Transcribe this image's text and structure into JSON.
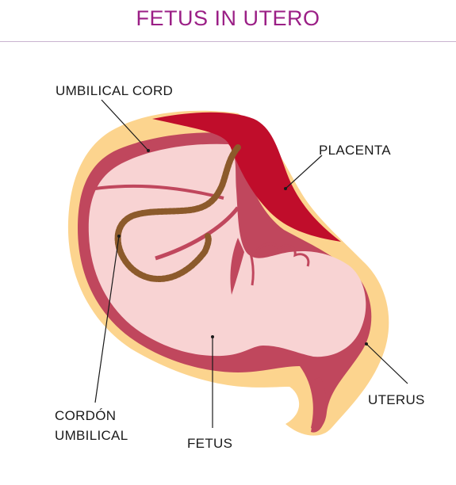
{
  "title": "FETUS IN UTERO",
  "labels": {
    "umbilical_cord": "UMBILICAL CORD",
    "placenta": "PLACENTA",
    "uterus": "UTERUS",
    "fetus": "FETUS",
    "cordon_line1": "CORDÓN",
    "cordon_line2": "UMBILICAL"
  },
  "colors": {
    "title": "#9b1f86",
    "uterus_wall": "#fcd48e",
    "amniotic_membrane": "#c0475d",
    "fetus": "#f8d3d3",
    "placenta": "#c00d2b",
    "cord": "#8c5a2b"
  }
}
